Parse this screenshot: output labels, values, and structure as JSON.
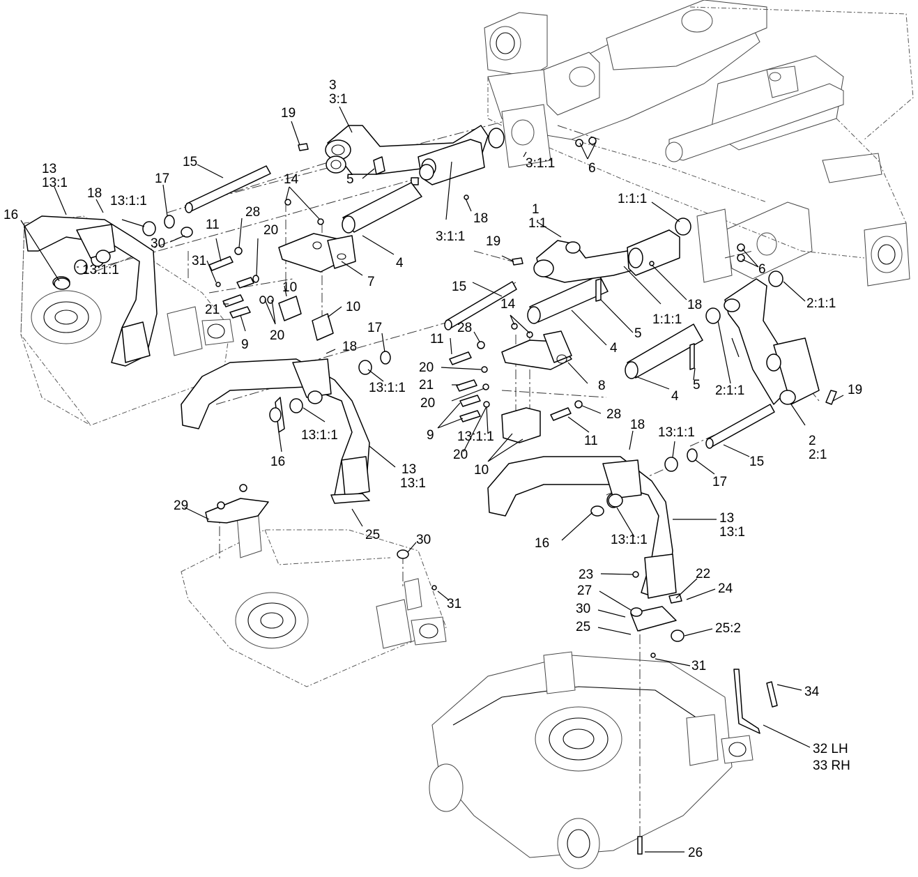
{
  "labels": {
    "c3_a": "3",
    "c3_b": "3:1",
    "c19_a": "19",
    "c15_a": "15",
    "c13_a": "13",
    "c13_b": "13:1",
    "c17_a": "17",
    "c18_a": "18",
    "c1311_a": "13:1:1",
    "c16_a": "16",
    "c1311_b": "13:1:1",
    "c30_a": "30",
    "c14_a": "14",
    "c5_a": "5",
    "c311_a": "3:1:1",
    "c6_a": "6",
    "c311_b": "3:1:1",
    "c18_b": "18",
    "c28_a": "28",
    "c11_a": "11",
    "c20_a": "20",
    "c31_a": "31",
    "c4_a": "4",
    "c7_a": "7",
    "c10_a": "10",
    "c21_a": "21",
    "c20_b": "20",
    "c10_b": "10",
    "c9_a": "9",
    "c1_a": "1",
    "c1_b": "1:1",
    "c111_a": "1:1:1",
    "c19_b": "19",
    "c6_b": "6",
    "c15_b": "15",
    "c14_b": "14",
    "c18_c": "18",
    "c211_a": "2:1:1",
    "c111_b": "1:1:1",
    "c28_b": "28",
    "c17_b": "17",
    "c11_b": "11",
    "c18_d": "18",
    "c4_b": "4",
    "c5_b": "5",
    "c1311_c": "13:1:1",
    "c20_c": "20",
    "c8_a": "8",
    "c21_b": "21",
    "c211_b": "2:1:1",
    "c20_d": "20",
    "c19_c": "19",
    "c5_c": "5",
    "c4_c": "4",
    "c28_c": "28",
    "c9_b": "9",
    "c1311_d": "13:1:1",
    "c20_e": "20",
    "c11_c": "11",
    "c10_c": "10",
    "c18_e": "18",
    "c1311_e": "13:1:1",
    "c2_a": "2",
    "c2_b": "2:1",
    "c15_c": "15",
    "c16_b": "16",
    "c1311_f": "13:1:1",
    "c13_c": "13",
    "c13_d": "13:1",
    "c17_c": "17",
    "c29_a": "29",
    "c25_a": "25",
    "c30_b": "30",
    "c13_e": "13",
    "c13_f": "13:1",
    "c16_c": "16",
    "c1311_g": "13:1:1",
    "c31_b": "31",
    "c23_a": "23",
    "c22_a": "22",
    "c27_a": "27",
    "c24_a": "24",
    "c30_c": "30",
    "c25_b": "25",
    "c252_a": "25:2",
    "c31_c": "31",
    "c34_a": "34",
    "c32_a": "32 LH",
    "c33_a": "33 RH",
    "c26_a": "26"
  }
}
